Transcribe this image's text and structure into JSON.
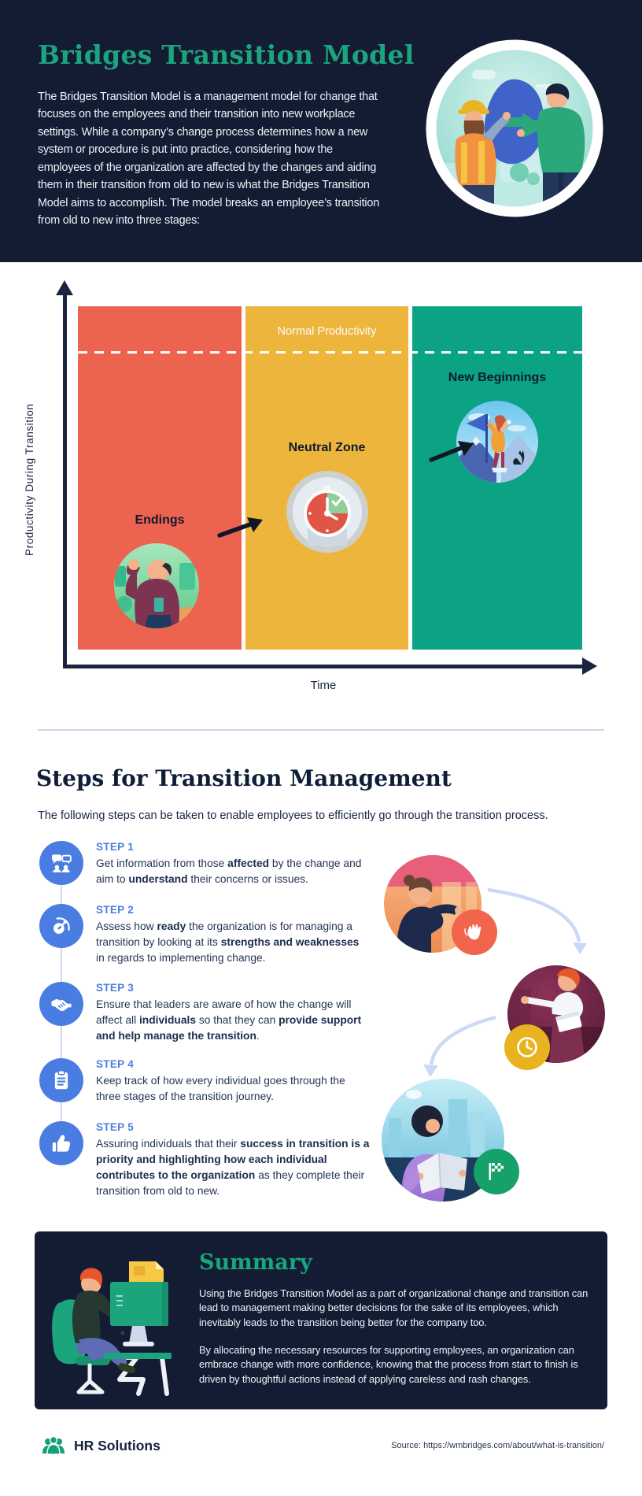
{
  "colors": {
    "navy": "#131c33",
    "accent_teal": "#1ca57c",
    "zone_red": "#ec6350",
    "zone_yellow": "#edb53c",
    "zone_green": "#0ba384",
    "step_blue": "#4a7de2",
    "light_blue_line": "#ccdaf0"
  },
  "header": {
    "title": "Bridges Transition Model",
    "description": "The Bridges Transition Model is a management model for change that focuses on the employees and their transition into new workplace settings. While a company’s change process determines how a new system or procedure is put into practice, considering how the employees of the organization are affected by the changes and aiding them in their transition from old to new is what the Bridges Transition Model aims to accomplish. The model breaks an employee’s transition from old to new into three stages:"
  },
  "chart": {
    "type": "stage-diagram",
    "y_axis_label": "Productivity During Transition",
    "x_axis_label": "Time",
    "reference_line_label": "Normal Productivity",
    "zones": [
      {
        "label": "Endings",
        "color": "#ec6350",
        "illustration": "waving-goodbye-illustration"
      },
      {
        "label": "Neutral Zone",
        "color": "#edb53c",
        "illustration": "clock-gauge-illustration"
      },
      {
        "label": "New Beginnings",
        "color": "#0ba384",
        "illustration": "mountain-flag-illustration"
      }
    ]
  },
  "steps_section": {
    "title": "Steps for Transition Management",
    "subtitle": "The following steps can be taken to enable employees to efficiently go through the transition process.",
    "steps": [
      {
        "label": "STEP 1",
        "icon": "discussion-icon",
        "text": [
          {
            "t": "Get information from those "
          },
          {
            "t": "affected",
            "b": true
          },
          {
            "t": " by the change and aim to "
          },
          {
            "t": "understand",
            "b": true
          },
          {
            "t": " their concerns or issues."
          }
        ]
      },
      {
        "label": "STEP 2",
        "icon": "readiness-icon",
        "text": [
          {
            "t": "Assess how "
          },
          {
            "t": "ready",
            "b": true
          },
          {
            "t": " the organization is for managing a transition by looking at its "
          },
          {
            "t": "strengths and weaknesses",
            "b": true
          },
          {
            "t": " in regards to implementing change."
          }
        ]
      },
      {
        "label": "STEP 3",
        "icon": "handshake-icon",
        "text": [
          {
            "t": "Ensure that leaders are aware of how the change will affect all "
          },
          {
            "t": "individuals",
            "b": true
          },
          {
            "t": " so that they can "
          },
          {
            "t": "provide support and help manage the transition",
            "b": true
          },
          {
            "t": "."
          }
        ]
      },
      {
        "label": "STEP 4",
        "icon": "clipboard-icon",
        "text": [
          {
            "t": "Keep track of how every individual goes through the three stages of the transition journey."
          }
        ]
      },
      {
        "label": "STEP 5",
        "icon": "thumbs-up-icon",
        "text": [
          {
            "t": "Assuring individuals that their "
          },
          {
            "t": "success in transition is a priority and highlighting how each individual contributes to the organization",
            "b": true
          },
          {
            "t": " as they complete their transition from old to new."
          }
        ]
      }
    ],
    "side_badges": [
      "wave-icon",
      "clock-icon",
      "finish-flag-icon"
    ]
  },
  "summary": {
    "title": "Summary",
    "paragraphs": [
      "Using the Bridges Transition Model as a part of organizational change and transition can lead to management making better decisions for the sake of its employees, which inevitably leads to the transition being better for the company too.",
      "By allocating the necessary resources for supporting employees, an organization can embrace change with more confidence, knowing that the process from start to finish is driven by thoughtful actions instead of applying careless and rash changes."
    ]
  },
  "footer": {
    "brand": "HR Solutions",
    "source": "Source: https://wmbridges.com/about/what-is-transition/"
  }
}
